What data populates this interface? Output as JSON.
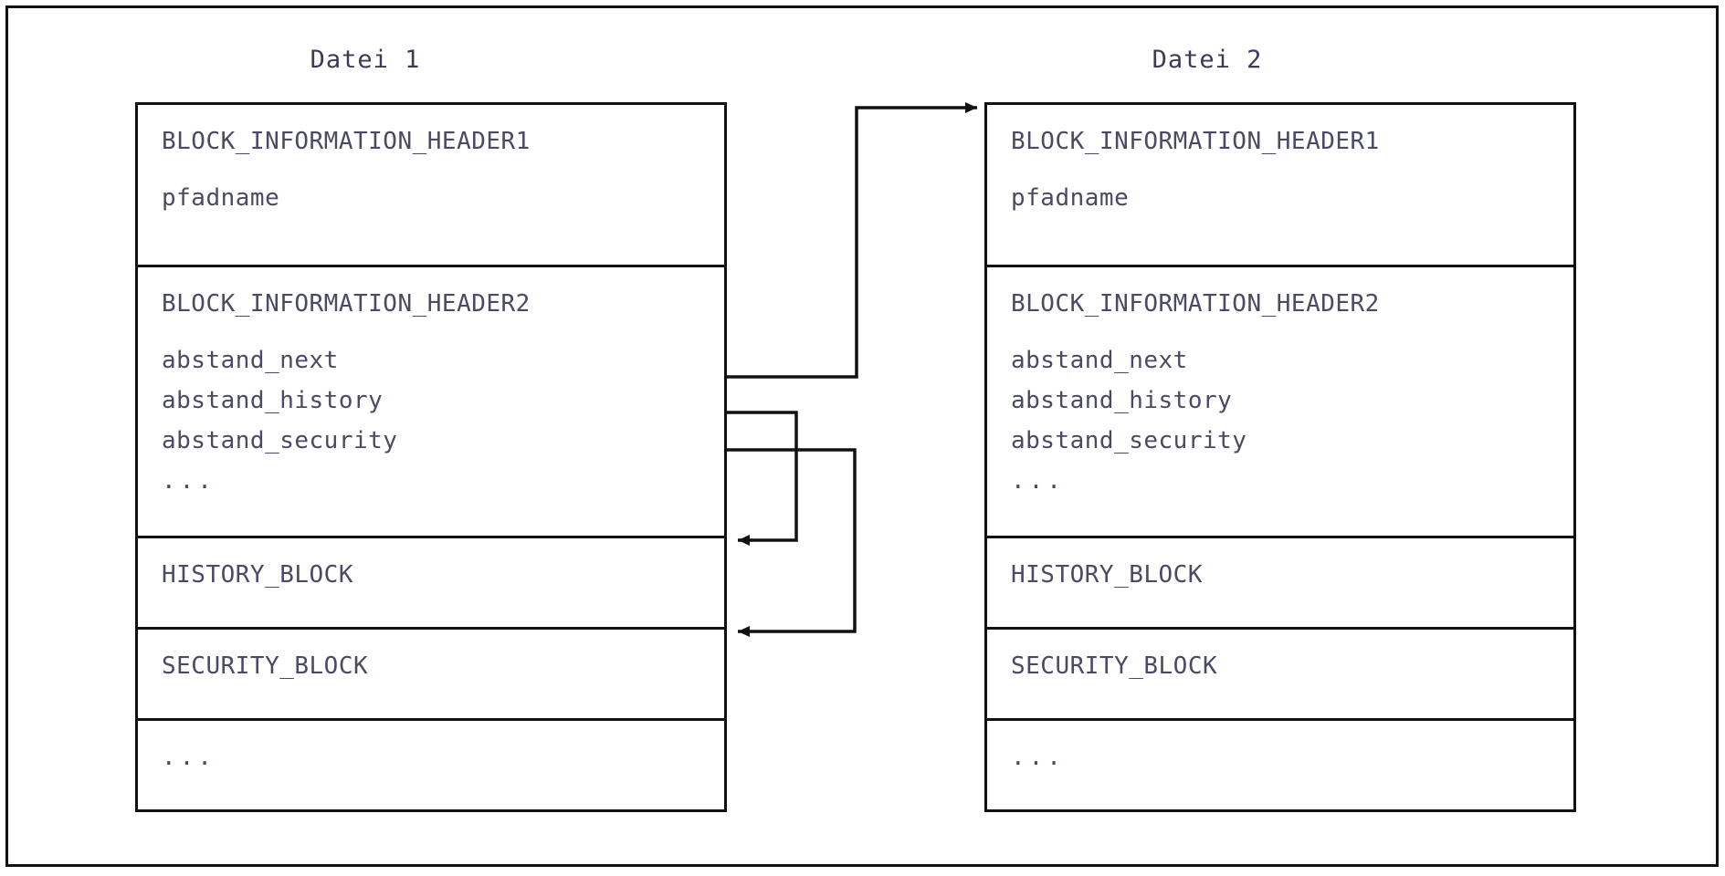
{
  "diagram": {
    "title_left": "Datei 1",
    "title_right": "Datei 2",
    "files": [
      {
        "name": "Datei 1",
        "sections": [
          {
            "id": "header1",
            "rows": [
              "BLOCK_INFORMATION_HEADER1",
              "pfadname"
            ]
          },
          {
            "id": "header2",
            "rows": [
              "BLOCK_INFORMATION_HEADER2",
              "abstand_next",
              "abstand_history",
              "abstand_security",
              "..."
            ]
          },
          {
            "id": "history",
            "rows": [
              "HISTORY_BLOCK"
            ]
          },
          {
            "id": "security",
            "rows": [
              "SECURITY_BLOCK"
            ]
          },
          {
            "id": "more",
            "rows": [
              "..."
            ]
          }
        ]
      },
      {
        "name": "Datei 2",
        "sections": [
          {
            "id": "header1",
            "rows": [
              "BLOCK_INFORMATION_HEADER1",
              "pfadname"
            ]
          },
          {
            "id": "header2",
            "rows": [
              "BLOCK_INFORMATION_HEADER2",
              "abstand_next",
              "abstand_history",
              "abstand_security",
              "..."
            ]
          },
          {
            "id": "history",
            "rows": [
              "HISTORY_BLOCK"
            ]
          },
          {
            "id": "security",
            "rows": [
              "SECURITY_BLOCK"
            ]
          },
          {
            "id": "more",
            "rows": [
              "..."
            ]
          }
        ]
      }
    ],
    "connectors": [
      {
        "id": "abstand-next-arrow",
        "from": "abstand_next",
        "to": "Datei 2 top",
        "direction": "right"
      },
      {
        "id": "abstand-history-arrow",
        "from": "abstand_history",
        "to": "HISTORY_BLOCK",
        "direction": "left"
      },
      {
        "id": "abstand-security-arrow",
        "from": "abstand_security",
        "to": "SECURITY_BLOCK",
        "direction": "left"
      }
    ],
    "colors": {
      "line": "#111111",
      "text": "#4a4a63",
      "title": "#3b3b55",
      "background": "#ffffff"
    }
  }
}
